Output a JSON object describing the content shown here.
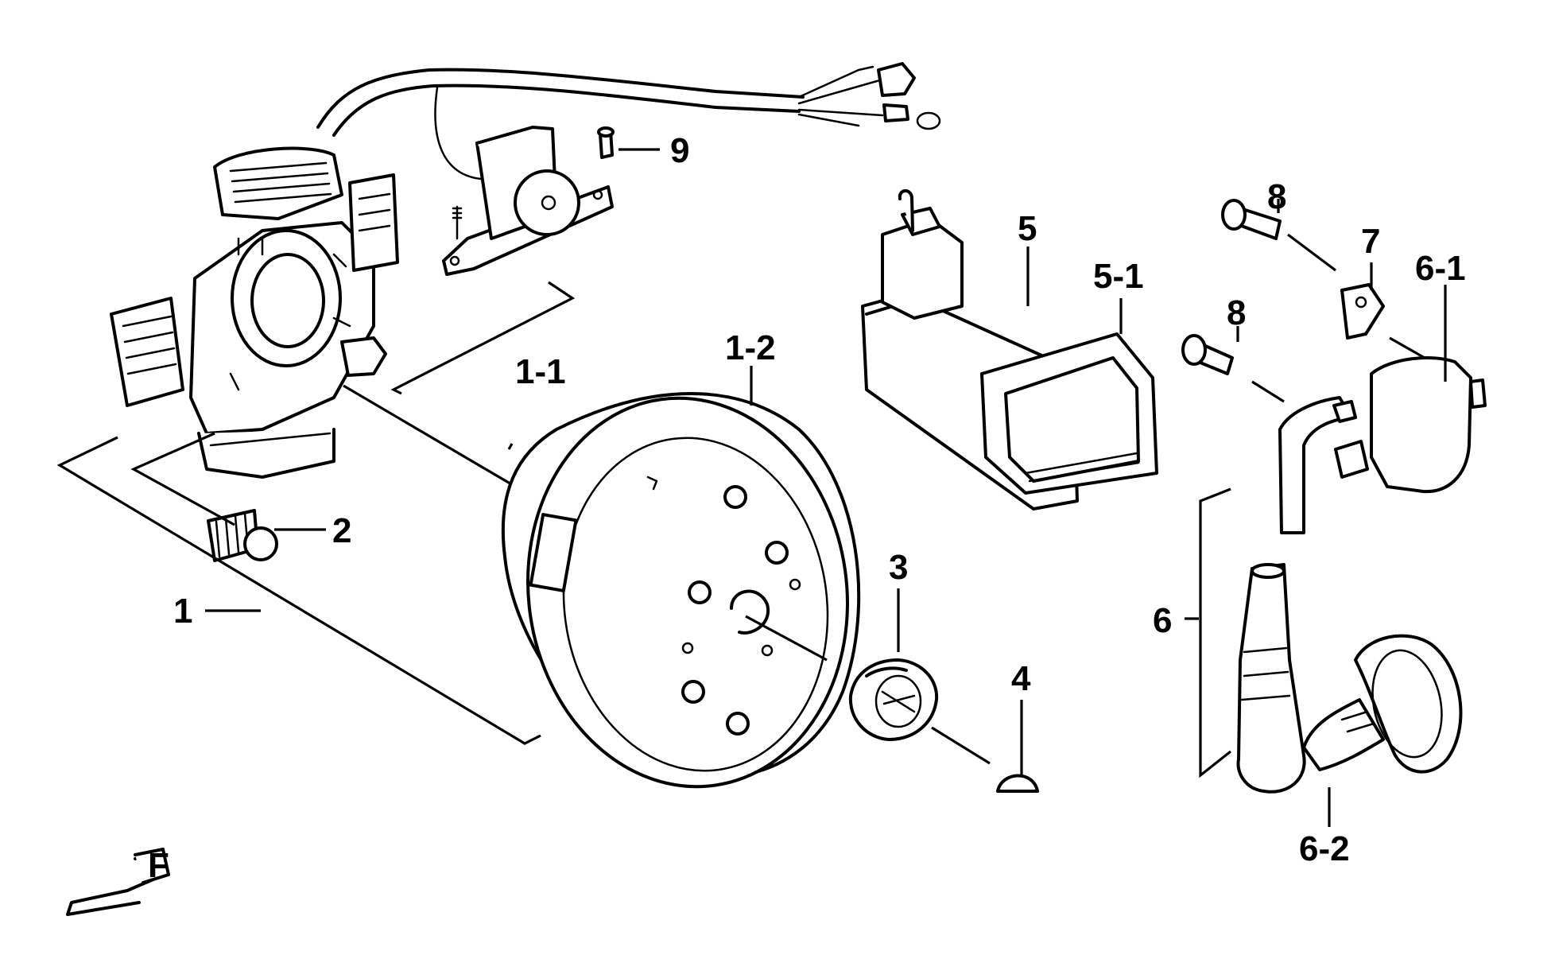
{
  "callouts": {
    "c1": "1",
    "c1_1": "1-1",
    "c1_2": "1-2",
    "c2": "2",
    "c3": "3",
    "c4": "4",
    "c5": "5",
    "c5_1": "5-1",
    "c6": "6",
    "c6_1": "6-1",
    "c6_2": "6-2",
    "c7": "7",
    "c8a": "8",
    "c8b": "8",
    "c9": "9"
  },
  "direction_marker": "F"
}
